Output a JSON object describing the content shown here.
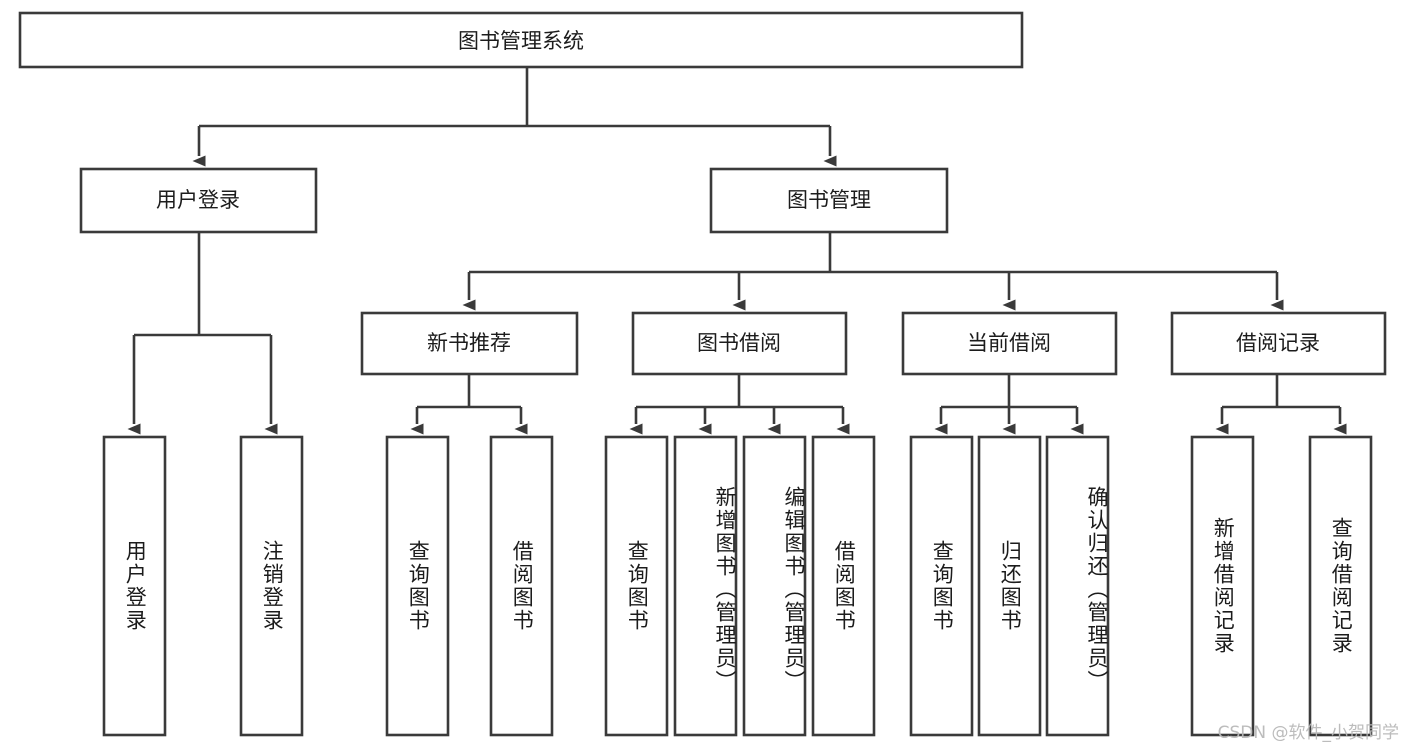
{
  "diagram": {
    "type": "tree-hierarchy-flowchart",
    "title": "图书管理系统",
    "root": {
      "id": "root",
      "label": "图书管理系统",
      "level": 1
    },
    "level2": [
      {
        "id": "user-login",
        "label": "用户登录"
      },
      {
        "id": "book-management",
        "label": "图书管理"
      }
    ],
    "level3": [
      {
        "id": "new-book-recommend",
        "label": "新书推荐",
        "parent": "book-management"
      },
      {
        "id": "book-borrow",
        "label": "图书借阅",
        "parent": "book-management"
      },
      {
        "id": "current-borrow",
        "label": "当前借阅",
        "parent": "book-management"
      },
      {
        "id": "borrow-record",
        "label": "借阅记录",
        "parent": "book-management"
      }
    ],
    "leaves": [
      {
        "id": "leaf-user-login",
        "label": "用户登录",
        "parent": "user-login"
      },
      {
        "id": "leaf-logout",
        "label": "注销登录",
        "parent": "user-login"
      },
      {
        "id": "leaf-query-book-1",
        "label": "查询图书",
        "parent": "new-book-recommend"
      },
      {
        "id": "leaf-borrow-book-1",
        "label": "借阅图书",
        "parent": "new-book-recommend"
      },
      {
        "id": "leaf-query-book-2",
        "label": "查询图书",
        "parent": "book-borrow"
      },
      {
        "id": "leaf-add-book",
        "label": "新增图书（管理员）",
        "parent": "book-borrow"
      },
      {
        "id": "leaf-edit-book",
        "label": "编辑图书（管理员）",
        "parent": "book-borrow"
      },
      {
        "id": "leaf-borrow-book-2",
        "label": "借阅图书",
        "parent": "book-borrow"
      },
      {
        "id": "leaf-query-book-3",
        "label": "查询图书",
        "parent": "current-borrow"
      },
      {
        "id": "leaf-return-book",
        "label": "归还图书",
        "parent": "current-borrow"
      },
      {
        "id": "leaf-confirm-return",
        "label": "确认归还（管理员）",
        "parent": "current-borrow"
      },
      {
        "id": "leaf-add-record",
        "label": "新增借阅记录",
        "parent": "borrow-record"
      },
      {
        "id": "leaf-query-record",
        "label": "查询借阅记录",
        "parent": "borrow-record"
      }
    ],
    "colors": {
      "stroke": "#3a3a3a",
      "fill": "#ffffff",
      "text": "#1c1c1c",
      "watermark": "#b9b9b9"
    }
  },
  "watermark": {
    "text": "CSDN @软件_小贺同学"
  }
}
